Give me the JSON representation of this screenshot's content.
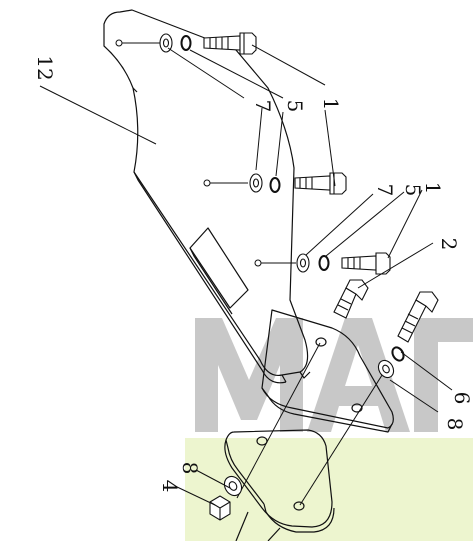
{
  "diagram": {
    "type": "exploded-assembly-drawing",
    "line_color": "#111111",
    "watermark": {
      "text": "МАГ",
      "letter_color": "#c8c8c8",
      "band_color": "#edf5cf"
    },
    "callouts": [
      {
        "id": "12",
        "label": "12"
      },
      {
        "id": "7a",
        "label": "7"
      },
      {
        "id": "5a",
        "label": "5"
      },
      {
        "id": "1a",
        "label": "1"
      },
      {
        "id": "7b",
        "label": "7"
      },
      {
        "id": "5b",
        "label": "5"
      },
      {
        "id": "1b",
        "label": "1"
      },
      {
        "id": "2",
        "label": "2"
      },
      {
        "id": "6",
        "label": "6"
      },
      {
        "id": "8a",
        "label": "8"
      },
      {
        "id": "8b",
        "label": "8"
      },
      {
        "id": "4",
        "label": "4"
      }
    ]
  }
}
